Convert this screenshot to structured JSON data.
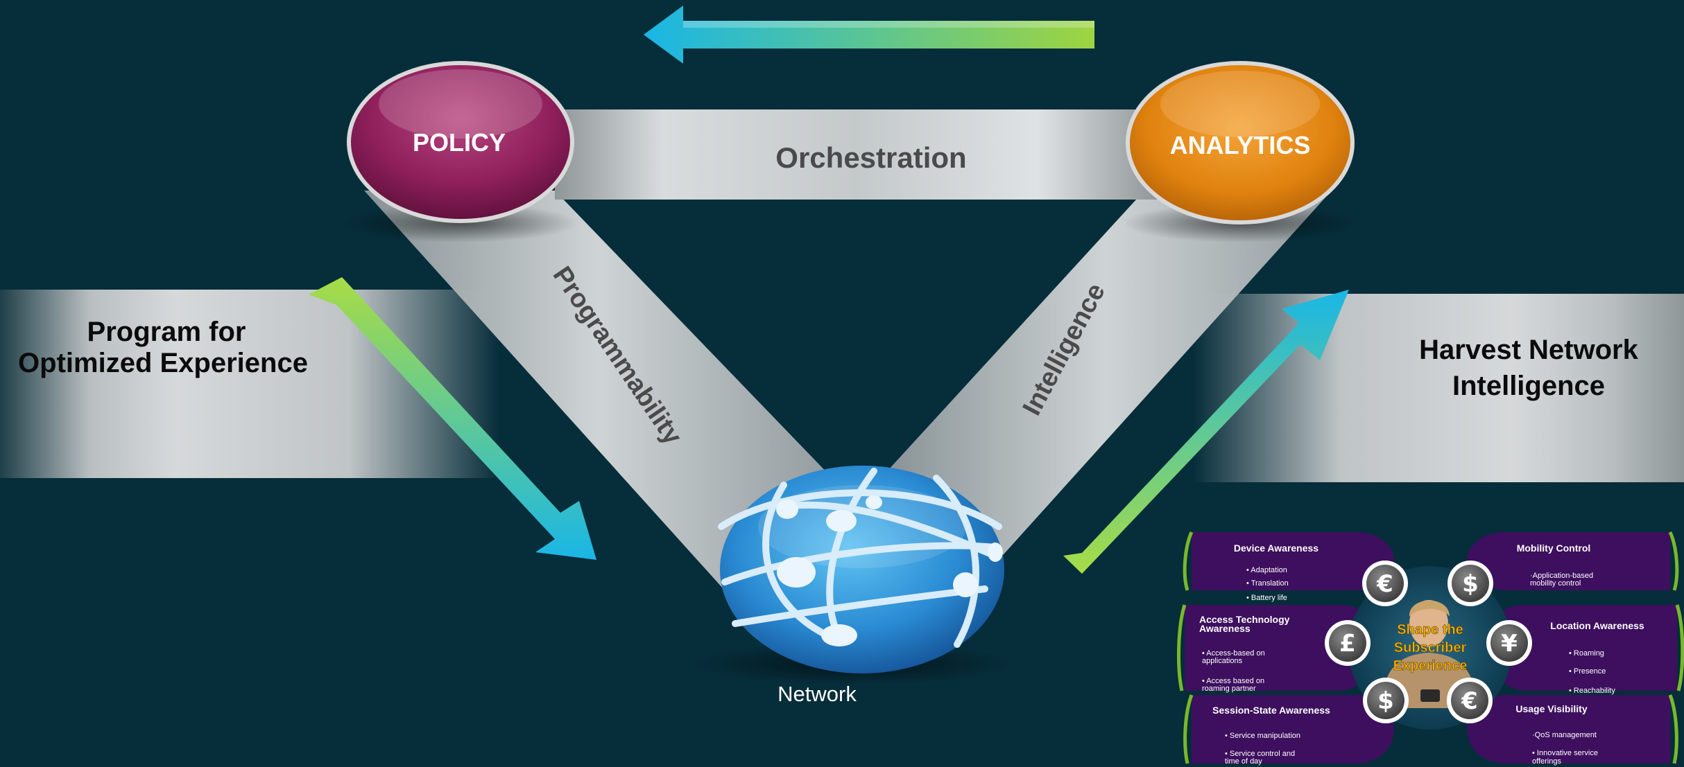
{
  "nodes": {
    "policy": {
      "label": "POLICY",
      "color": "#8e1f5b"
    },
    "analytics": {
      "label": "ANALYTICS",
      "color": "#e98a10"
    },
    "network": {
      "label": "Network",
      "color": "#2f8fd6"
    }
  },
  "edges": {
    "top": "Orchestration",
    "left": "Programmability",
    "right": "Intelligence"
  },
  "sides": {
    "left": {
      "line1": "Program for",
      "line2": "Optimized Experience"
    },
    "right": {
      "line1": "Harvest Network",
      "line2": "Intelligence"
    }
  },
  "panel": {
    "center_lines": [
      "Shape the",
      "Subscriber",
      "Experience"
    ],
    "tiles": [
      {
        "title": "Device Awareness",
        "items": [
          "• Adaptation",
          "• Translation",
          "• Battery life"
        ]
      },
      {
        "title_lines": [
          "Access Technology",
          "Awareness"
        ],
        "items": [
          "• Access-based on",
          "  applications",
          "• Access based on",
          "  roaming partner"
        ]
      },
      {
        "title": "Session-State Awareness",
        "items": [
          "• Service manipulation",
          "• Service control and",
          "  time of day"
        ]
      },
      {
        "title": "Mobility Control",
        "items": [
          "·Application-based",
          " mobility control"
        ]
      },
      {
        "title": "Location Awareness",
        "items": [
          "• Roaming",
          "• Presence",
          "• Reachability"
        ]
      },
      {
        "title": "Usage Visibility",
        "items": [
          "·QoS management",
          "• Innovative service",
          "  offerings"
        ]
      }
    ],
    "coins": [
      "€",
      "$",
      "£",
      "¥",
      "$",
      "€"
    ],
    "colors": {
      "tile": "#3d0f5e",
      "edge": "#7ab82a",
      "coin": "#555555"
    }
  },
  "arrows": {
    "colors": {
      "blue": "#19b6e6",
      "green": "#9ed440"
    }
  }
}
